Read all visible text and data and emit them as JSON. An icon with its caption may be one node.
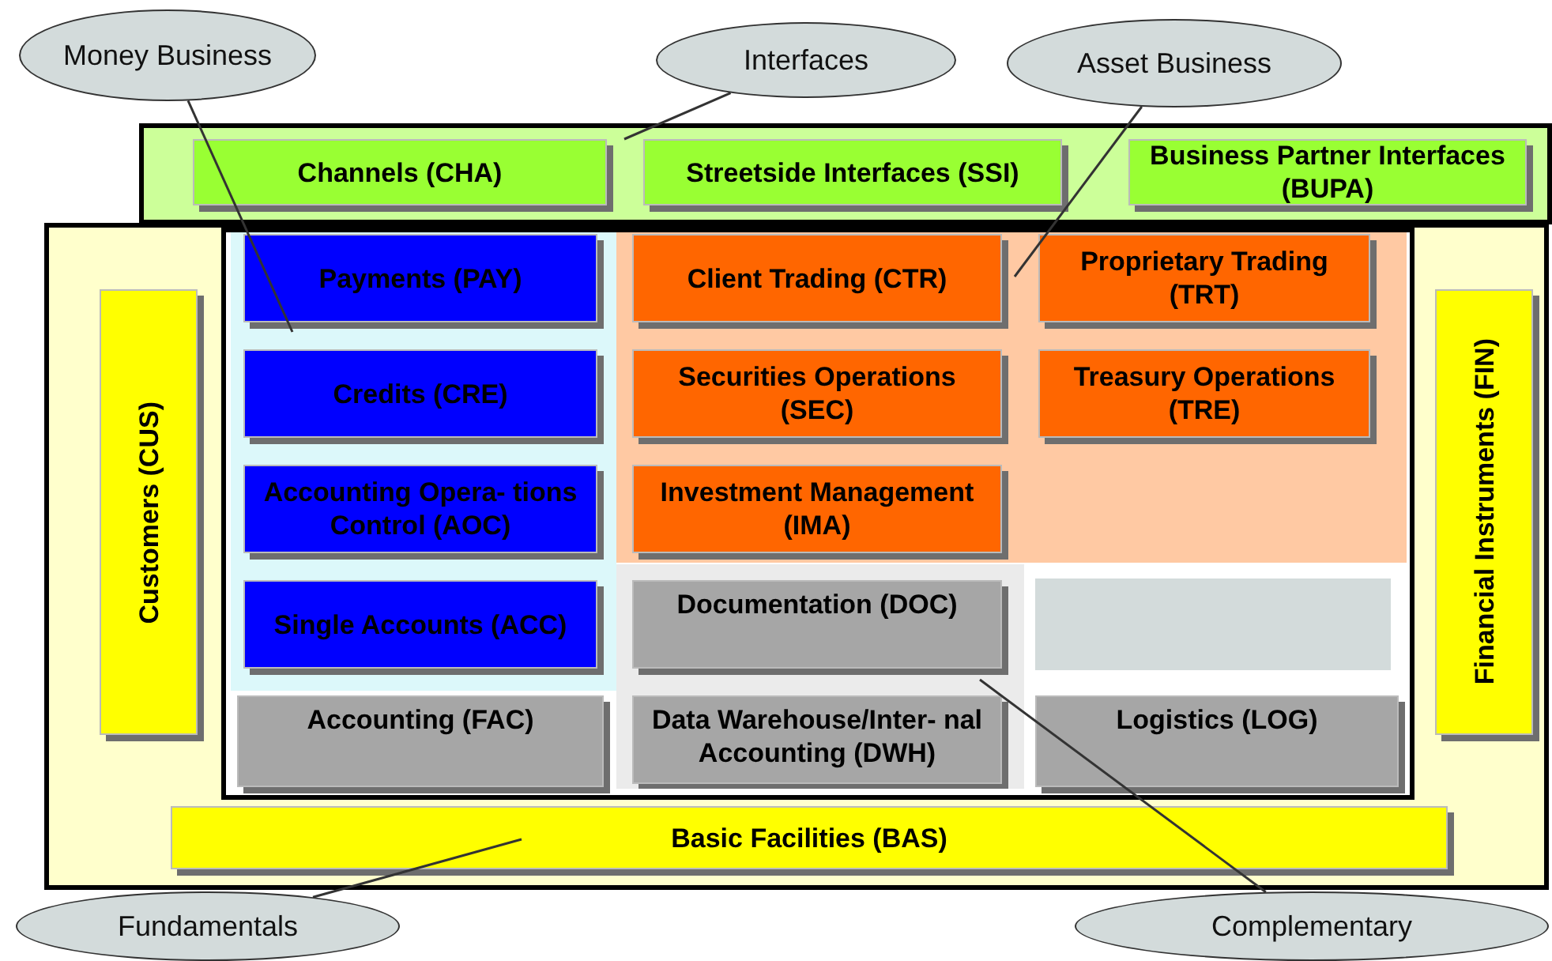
{
  "diagram": {
    "nodes": [
      {
        "text": [
          "Money Business"
        ]
      },
      {
        "text": [
          "Interfaces"
        ]
      },
      {
        "text": [
          "Asset Business"
        ]
      },
      {
        "text": [],
        "shape": "box"
      },
      {
        "text": [
          "Channels (CHA)"
        ],
        "in": 3
      },
      {
        "text": [
          "Streetside Interfaces (SSI)"
        ],
        "in": 3
      },
      {
        "text": [
          "Business Partner Interfaces (BUPA)"
        ],
        "in": 3
      },
      {
        "text": [],
        "shape": "box"
      },
      {
        "text": [
          "Customers (CUS)"
        ],
        "in": 7
      },
      {
        "text": [],
        "shape": "box",
        "in": 7
      },
      {
        "text": [],
        "shape": "box",
        "in": 9
      },
      {
        "text": [
          "Payments (PAY)"
        ],
        "in": 10
      },
      {
        "text": [
          "Credits (CRE)"
        ],
        "in": 10
      },
      {
        "text": [
          "Accounting Opera- tions Control (AOC)"
        ],
        "in": 10
      },
      {
        "text": [
          "Single Accounts (ACC)"
        ],
        "in": 10
      },
      {
        "text": [],
        "shape": "box",
        "in": 9
      },
      {
        "text": [
          "Client Trading (CTR)"
        ],
        "in": 15
      },
      {
        "text": [
          "Proprietary Trading (TRT)"
        ],
        "in": 15
      },
      {
        "text": [
          "Securities Operations (SEC)"
        ],
        "in": 15
      },
      {
        "text": [
          "Treasury Operations (TRE)"
        ],
        "in": 15
      },
      {
        "text": [
          "Investment Management (IMA)"
        ],
        "in": 15
      },
      {
        "text": [],
        "shape": "box",
        "in": 9
      },
      {
        "text": [
          "Documentation (DOC)"
        ],
        "in": 21
      },
      {
        "text": [
          "Data Warehouse/Inter- nal Accounting (DWH)"
        ],
        "in": 21
      },
      {
        "text": [],
        "shape": "box",
        "in": 9
      },
      {
        "text": [
          "Accounting (FAC)"
        ],
        "in": 9
      },
      {
        "text": [
          "Logistics (LOG)"
        ],
        "in": 9
      },
      {
        "text": [
          "Financial Instruments (FIN)"
        ],
        "in": 7
      },
      {
        "text": [
          "Basic Facilities (BAS)"
        ],
        "in": 7
      },
      {
        "text": [
          "Fundamentals"
        ]
      },
      {
        "text": [
          "Complementary"
        ]
      }
    ],
    "edges": [
      {
        "from": 0,
        "to": 10,
        "arrow": "none"
      },
      {
        "from": 1,
        "to": 3,
        "arrow": "none"
      },
      {
        "from": 2,
        "to": 15,
        "arrow": "none"
      },
      {
        "from": 29,
        "to": 28,
        "arrow": "none"
      },
      {
        "from": 30,
        "to": 21,
        "arrow": "none"
      }
    ]
  }
}
